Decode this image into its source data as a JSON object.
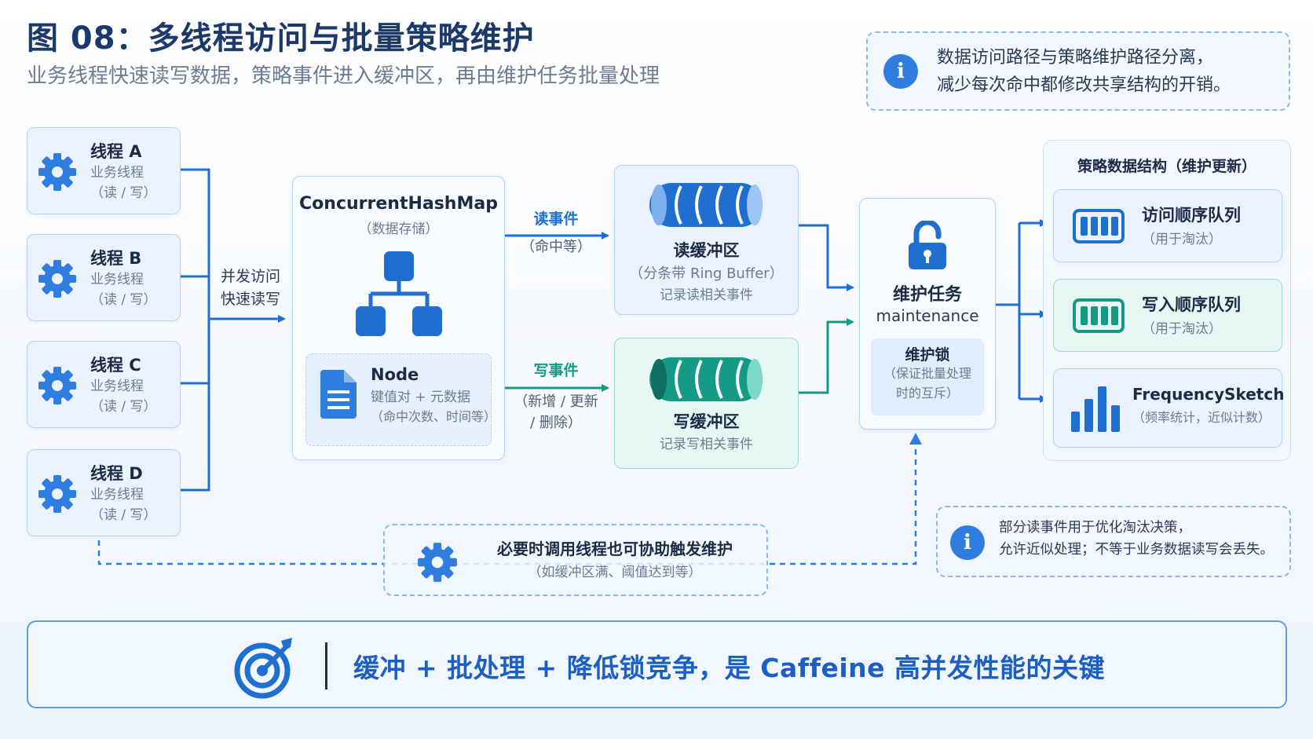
{
  "header": {
    "title": "图 08：多线程访问与批量策略维护",
    "subtitle": "业务线程快速读写数据，策略事件进入缓冲区，再由维护任务批量处理"
  },
  "top_note": {
    "line1": "数据访问路径与策略维护路径分离，",
    "line2": "减少每次命中都修改共享结构的开销。"
  },
  "threads": [
    {
      "name": "线程 A",
      "role": "业务线程",
      "ops": "（读 / 写）"
    },
    {
      "name": "线程 B",
      "role": "业务线程",
      "ops": "（读 / 写）"
    },
    {
      "name": "线程 C",
      "role": "业务线程",
      "ops": "（读 / 写）"
    },
    {
      "name": "线程 D",
      "role": "业务线程",
      "ops": "（读 / 写）"
    }
  ],
  "concurrent_label": {
    "line1": "并发访问",
    "line2": "快速读写"
  },
  "map": {
    "title": "ConcurrentHashMap",
    "subtitle": "（数据存储）",
    "node_title": "Node",
    "node_line1": "键值对 + 元数据",
    "node_line2": "（命中次数、时间等）"
  },
  "read_edge": {
    "label": "读事件",
    "sub": "（命中等）"
  },
  "write_edge": {
    "label": "写事件",
    "sub1": "（新增 / 更新",
    "sub2": "/ 删除）"
  },
  "read_buffer": {
    "title": "读缓冲区",
    "line1": "（分条带 Ring Buffer）",
    "line2": "记录读相关事件"
  },
  "write_buffer": {
    "title": "写缓冲区",
    "line1": "记录写相关事件"
  },
  "maintenance": {
    "title": "维护任务",
    "subtitle": "maintenance",
    "lock_title": "维护锁",
    "lock_line1": "（保证批量处理",
    "lock_line2": "时的互斥）"
  },
  "policy": {
    "header": "策略数据结构（维护更新）",
    "items": [
      {
        "title": "访问顺序队列",
        "sub": "（用于淘汰）"
      },
      {
        "title": "写入顺序队列",
        "sub": "（用于淘汰）"
      },
      {
        "title": "FrequencySketch",
        "sub": "（频率统计，近似计数）"
      }
    ]
  },
  "assist_note": {
    "line1": "必要时调用线程也可协助触发维护",
    "line2": "（如缓冲区满、阈值达到等）"
  },
  "right_note": {
    "line1": "部分读事件用于优化淘汰决策，",
    "line2": "允许近似处理；不等于业务数据读写会丢失。"
  },
  "bottom_bar": {
    "text": "缓冲 + 批处理 + 降低锁竞争，是 Caffeine 高并发性能的关键"
  },
  "colors": {
    "primary": "#1f6fd1",
    "teal": "#159a86",
    "dark": "#1b3a6b"
  },
  "icons": {
    "info": "info-icon",
    "gear": "gear-icon",
    "tree": "tree-structure-icon",
    "document": "document-icon",
    "ring_buffer": "ring-buffer-icon",
    "lock": "unlock-icon",
    "queue": "queue-icon",
    "bar_chart": "bar-chart-icon",
    "target": "target-icon"
  }
}
